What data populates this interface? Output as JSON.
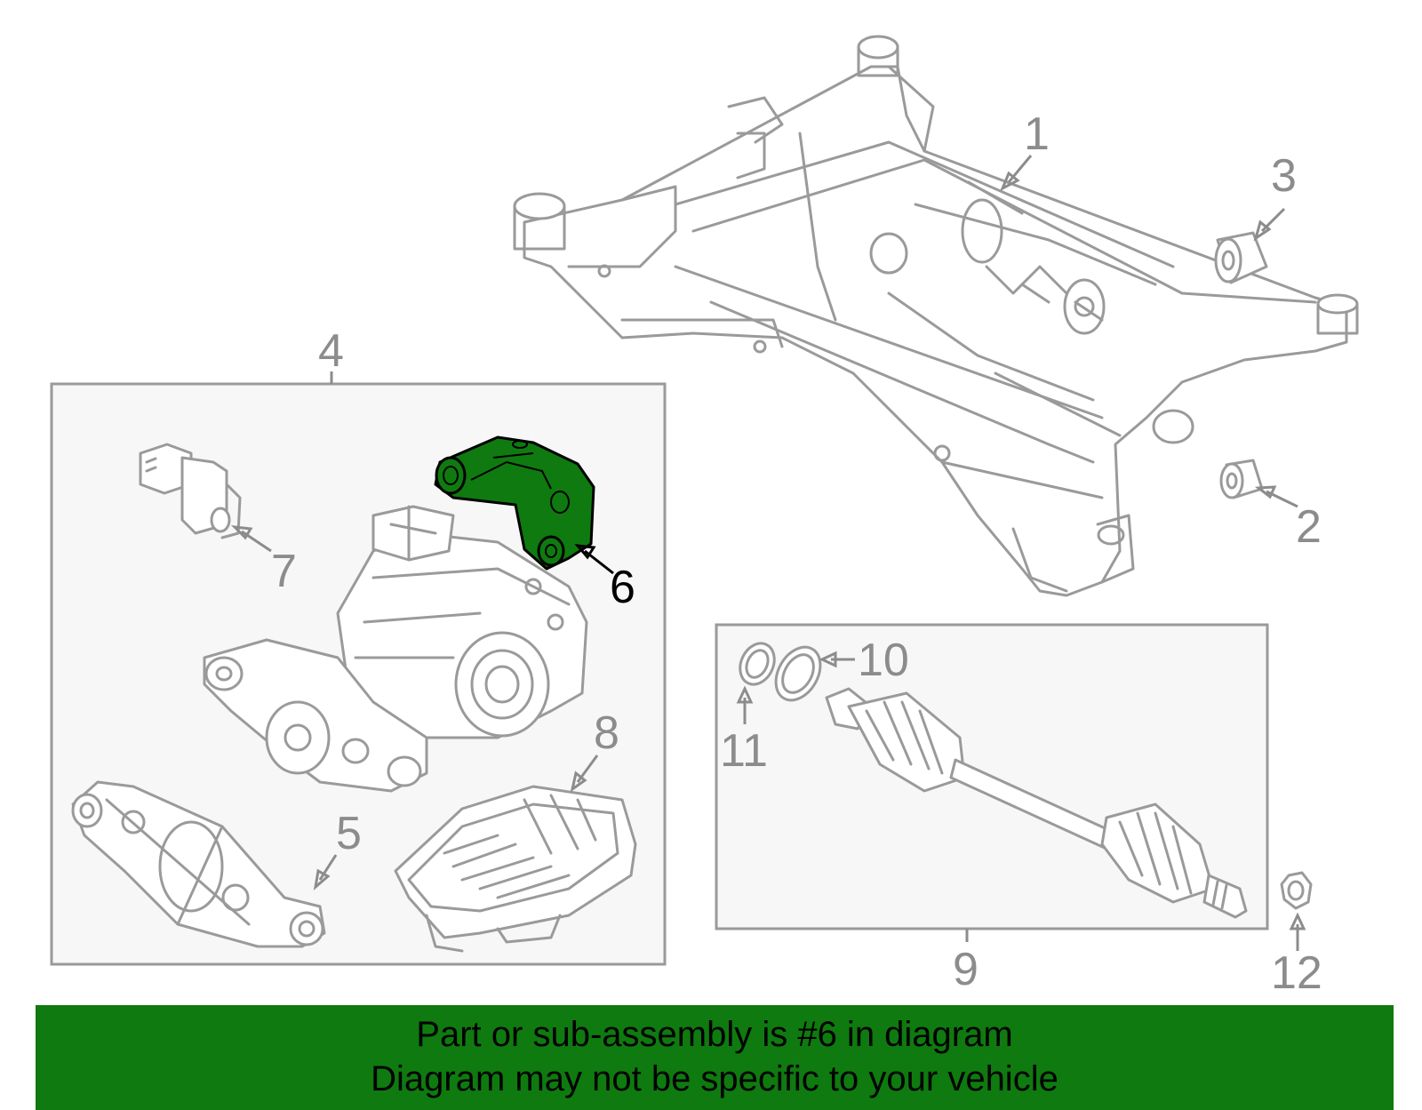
{
  "callouts": {
    "c1": "1",
    "c2": "2",
    "c3": "3",
    "c4": "4",
    "c5": "5",
    "c6": "6",
    "c7": "7",
    "c8": "8",
    "c9": "9",
    "c10": "10",
    "c11": "11",
    "c12": "12"
  },
  "highlighted_part": "6",
  "colors": {
    "highlight": "#0f7a0f",
    "banner": "#0f7a0f",
    "line_art": "#9a9a9a"
  },
  "banner": {
    "line1": "Part or sub-assembly is #6 in diagram",
    "line2": "Diagram may not be specific to your vehicle"
  }
}
